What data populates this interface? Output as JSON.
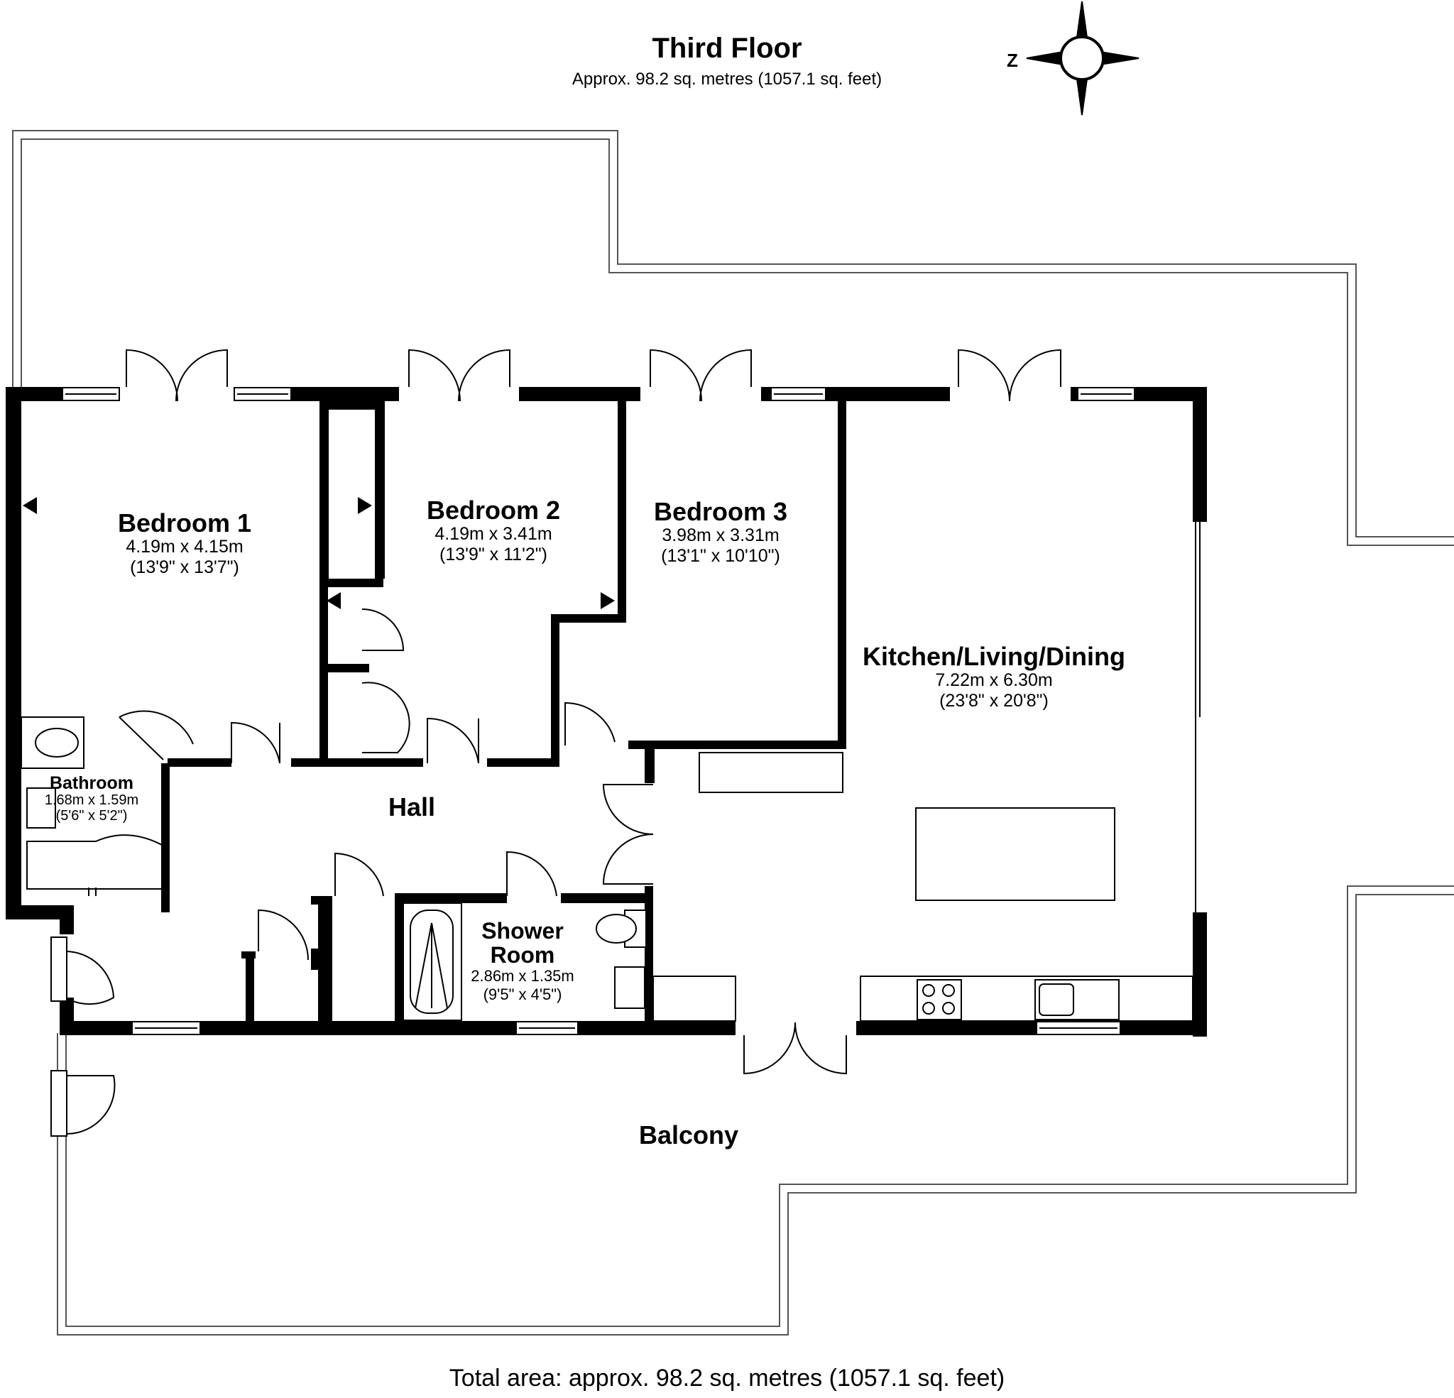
{
  "floor": {
    "title": "Third Floor",
    "subtitle": "Approx. 98.2 sq. metres (1057.1 sq. feet)"
  },
  "compass": {
    "label": "Z",
    "icon": "compass-icon"
  },
  "rooms": {
    "bedroom1": {
      "name": "Bedroom 1",
      "metric": "4.19m x 4.15m",
      "imperial": "(13'9\" x 13'7\")"
    },
    "bedroom2": {
      "name": "Bedroom 2",
      "metric": "4.19m x 3.41m",
      "imperial": "(13'9\" x 11'2\")"
    },
    "bedroom3": {
      "name": "Bedroom 3",
      "metric": "3.98m x 3.31m",
      "imperial": "(13'1\" x 10'10\")"
    },
    "kitchen": {
      "name": "Kitchen/Living/Dining",
      "metric": "7.22m x 6.30m",
      "imperial": "(23'8\" x 20'8\")"
    },
    "bathroom": {
      "name": "Bathroom",
      "metric": "1.68m x 1.59m",
      "imperial": "(5'6\" x 5'2\")"
    },
    "hall": {
      "name": "Hall"
    },
    "shower": {
      "name": "Shower Room",
      "metric": "2.86m x 1.35m",
      "imperial": "(9'5\" x 4'5\")"
    },
    "balcony": {
      "name": "Balcony"
    }
  },
  "footer": {
    "total": "Total area: approx. 98.2 sq. metres (1057.1 sq. feet)"
  },
  "colors": {
    "wall": "#000000",
    "outline": "#555555",
    "background": "#ffffff"
  }
}
